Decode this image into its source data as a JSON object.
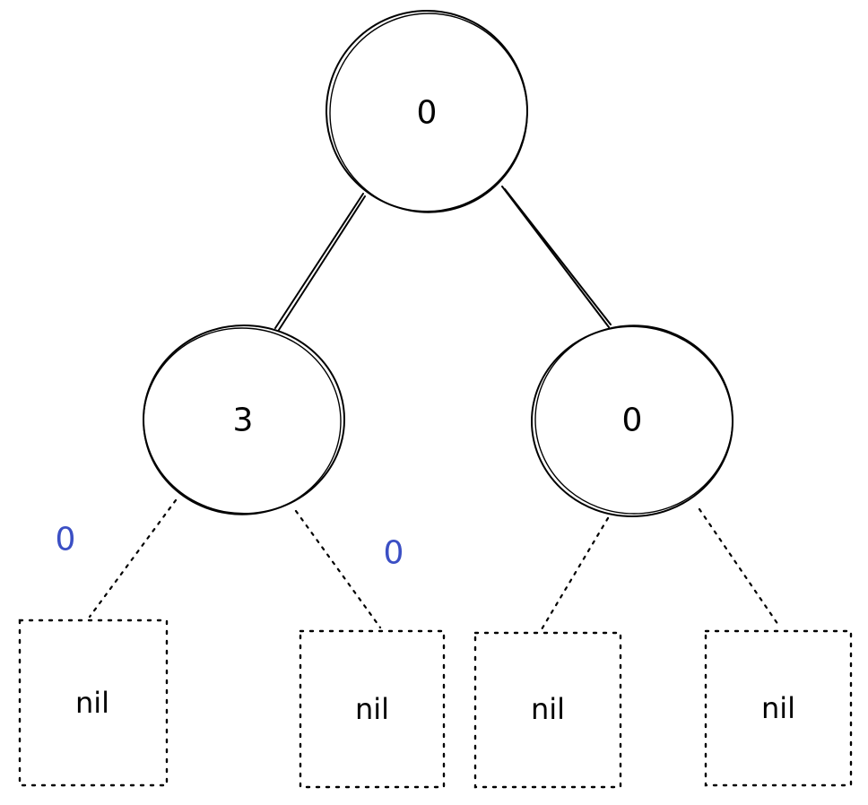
{
  "tree": {
    "root": {
      "label": "0"
    },
    "left": {
      "label": "3"
    },
    "right": {
      "label": "0"
    },
    "leaves": [
      {
        "label": "nil"
      },
      {
        "label": "nil"
      },
      {
        "label": "nil"
      },
      {
        "label": "nil"
      }
    ]
  },
  "annotations": [
    {
      "text": "0",
      "color": "#3b4fc4"
    },
    {
      "text": "0",
      "color": "#3b4fc4"
    }
  ],
  "colors": {
    "stroke": "#000000",
    "annotation": "#3b4fc4"
  }
}
